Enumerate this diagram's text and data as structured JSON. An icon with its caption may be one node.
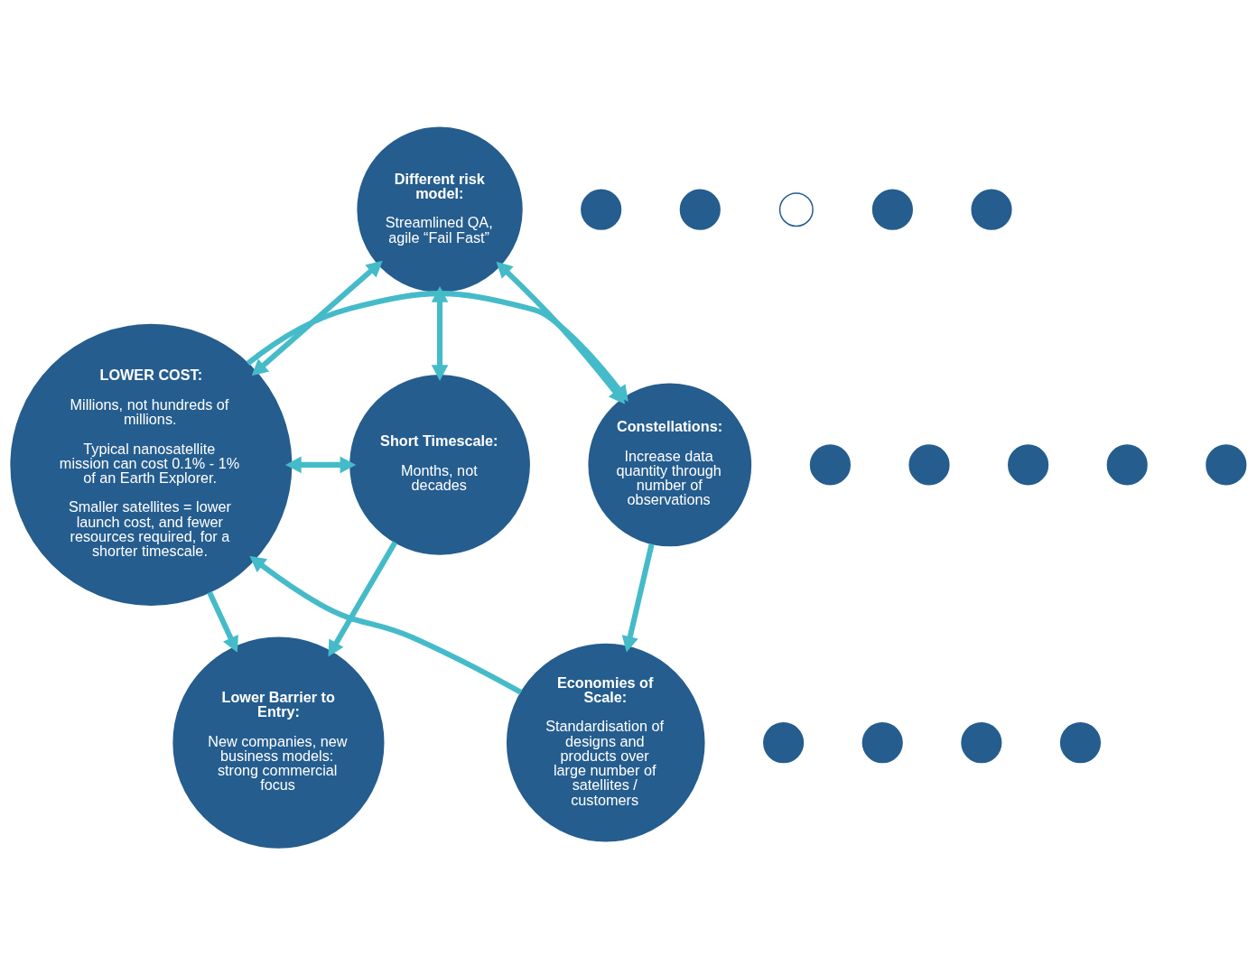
{
  "diagram": {
    "nodes": [
      {
        "text": [
          "Different risk model:",
          "Streamlined QA, agile “Fail Fast”"
        ]
      },
      {
        "text": [
          "Short Timescale:",
          "Months, not decades"
        ]
      },
      {
        "text": [
          "LOWER COST:",
          "Millions, not hundreds of millions.",
          "Typical nanosatellite mission can cost 0.1% - 1% of an Earth Explorer.",
          "Smaller satellites = lower launch cost, and fewer resources required, for a shorter timescale."
        ]
      },
      {
        "text": [
          "Constellations:",
          "Increase data quantity through number of observations"
        ]
      },
      {
        "text": [
          "Economies of Scale:",
          "Standardisation of designs and products over large number of satellites / customers"
        ]
      },
      {
        "text": [
          "Lower Barrier to Entry:",
          "New companies, new business models: strong commercial focus"
        ]
      },
      {
        "text": [],
        "shape": "circle"
      },
      {
        "text": [],
        "shape": "circle"
      },
      {
        "text": [],
        "shape": "circle"
      },
      {
        "text": [],
        "shape": "circle"
      },
      {
        "text": [],
        "shape": "circle"
      },
      {
        "text": [],
        "shape": "circle"
      },
      {
        "text": [],
        "shape": "circle"
      },
      {
        "text": [],
        "shape": "circle"
      },
      {
        "text": [],
        "shape": "circle"
      },
      {
        "text": [],
        "shape": "circle"
      },
      {
        "text": [],
        "shape": "circle"
      },
      {
        "text": [],
        "shape": "circle"
      },
      {
        "text": [],
        "shape": "circle"
      },
      {
        "text": [],
        "shape": "circle"
      }
    ],
    "edges": [
      {
        "from": 0,
        "to": 3,
        "arrow": "both"
      },
      {
        "from": 2,
        "to": 0,
        "arrow": "both"
      },
      {
        "from": 0,
        "to": 1,
        "arrow": "both"
      },
      {
        "from": 2,
        "to": 1,
        "arrow": "both"
      },
      {
        "from": 1,
        "to": 5,
        "arrow": "to"
      },
      {
        "from": 2,
        "to": 3,
        "arrow": "to"
      },
      {
        "from": 3,
        "to": 4,
        "arrow": "to"
      },
      {
        "from": 4,
        "to": 2,
        "arrow": "to"
      },
      {
        "from": 2,
        "to": 5,
        "arrow": "to"
      }
    ]
  }
}
